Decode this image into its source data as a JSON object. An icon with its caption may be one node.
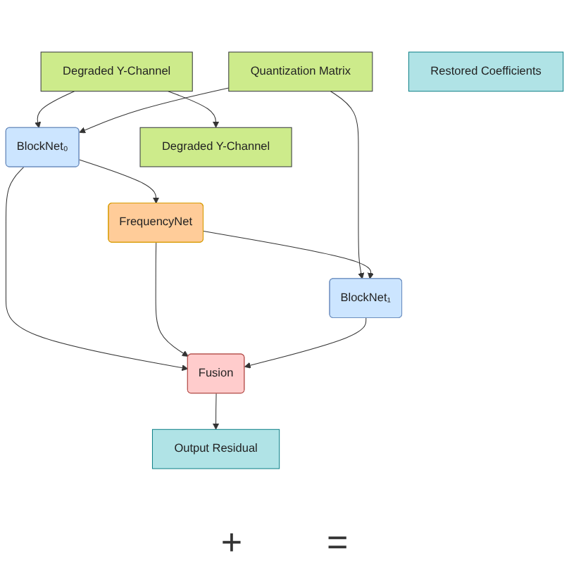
{
  "diagram": {
    "nodes": [
      {
        "text": [
          "Degraded Y-Channel"
        ]
      },
      {
        "text": [
          "Quantization Matrix"
        ]
      },
      {
        "text": [
          "BlockNet₀"
        ]
      },
      {
        "text": [
          "FrequencyNet"
        ]
      },
      {
        "text": [
          "BlockNet₁"
        ]
      },
      {
        "text": [
          "Fusion"
        ]
      },
      {
        "text": [
          "Degraded Y-Channel"
        ]
      },
      {
        "text": [
          "Output Residual"
        ]
      },
      {
        "text": [
          "Restored Coefficients"
        ]
      }
    ],
    "edges": [
      {
        "from": 0,
        "to": 2,
        "arrow": "to"
      },
      {
        "from": 0,
        "to": 6,
        "arrow": "to"
      },
      {
        "from": 1,
        "to": 2,
        "arrow": "to"
      },
      {
        "from": 1,
        "to": 4,
        "arrow": "to"
      },
      {
        "from": 2,
        "to": 3,
        "arrow": "to"
      },
      {
        "from": 2,
        "to": 5,
        "arrow": "to"
      },
      {
        "from": 3,
        "to": 4,
        "arrow": "to"
      },
      {
        "from": 3,
        "to": 5,
        "arrow": "to"
      },
      {
        "from": 4,
        "to": 5,
        "arrow": "to"
      },
      {
        "from": 5,
        "to": 7,
        "arrow": "to"
      }
    ],
    "labels": [
      "+",
      "="
    ]
  }
}
